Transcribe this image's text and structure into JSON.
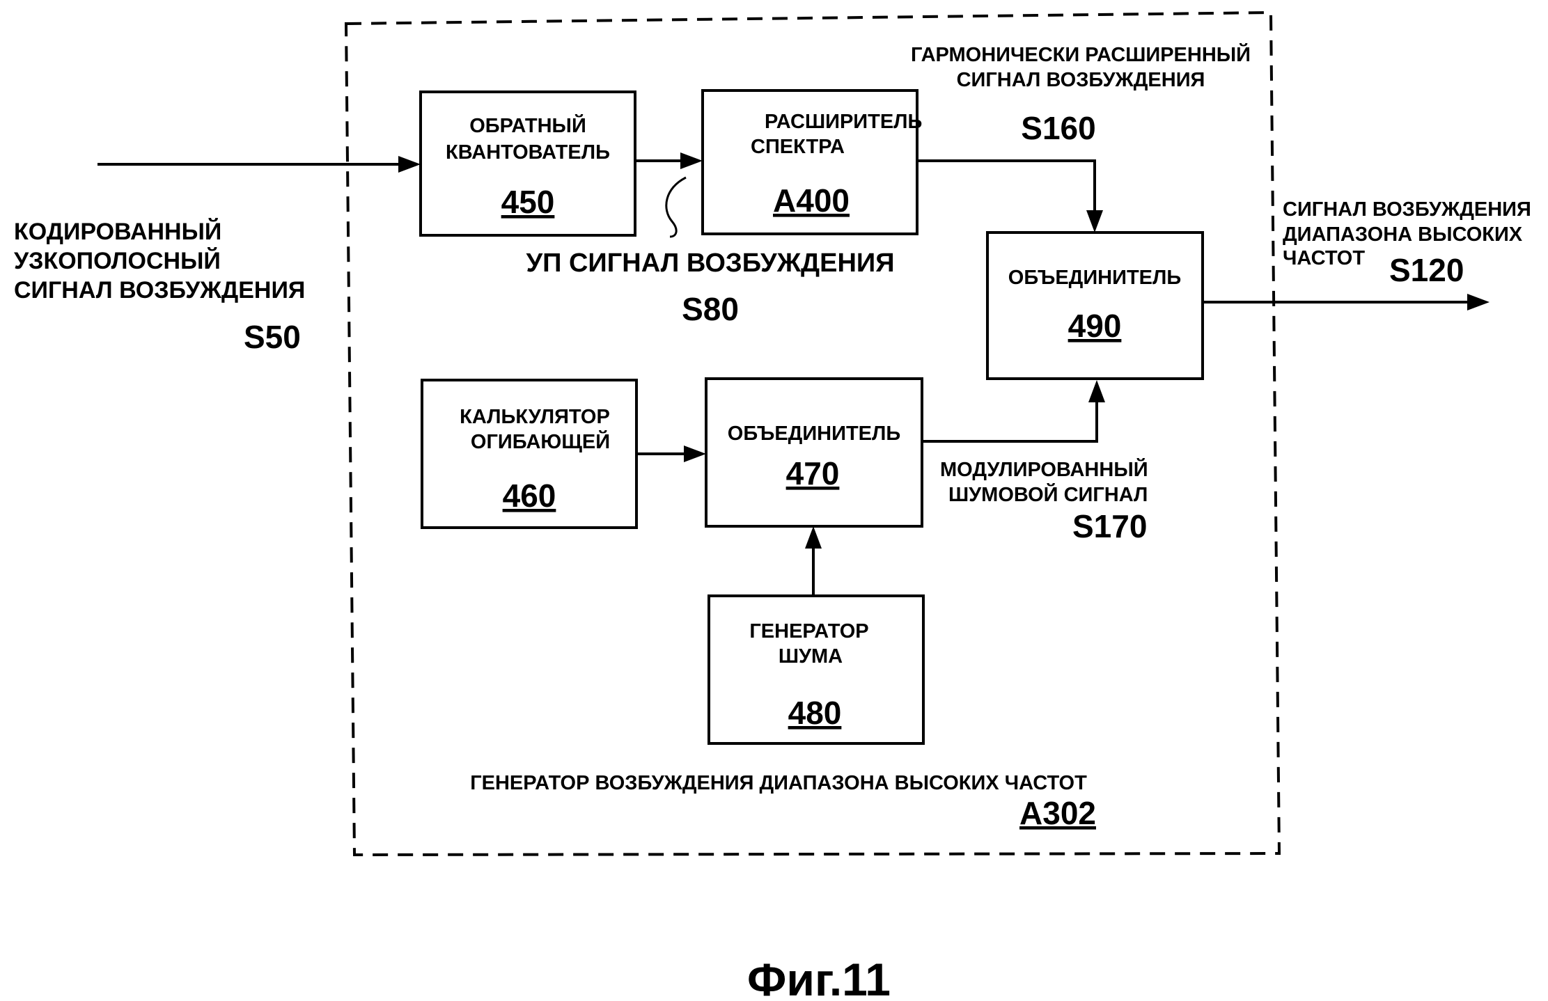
{
  "input": {
    "label_lines": [
      "КОДИРОВАННЫЙ",
      "УЗКОПОЛОСНЫЙ",
      "СИГНАЛ ВОЗБУЖДЕНИЯ"
    ],
    "ref": "S50"
  },
  "blocks": {
    "b450": {
      "lines": [
        "ОБРАТНЫЙ",
        "КВАНТОВАТЕЛЬ"
      ],
      "ref": "450"
    },
    "bA400": {
      "lines": [
        "РАСШИРИТЕЛЬ",
        "СПЕКТРА"
      ],
      "ref": "A400"
    },
    "b490": {
      "lines": [
        "ОБЪЕДИНИТЕЛЬ"
      ],
      "ref": "490"
    },
    "b460": {
      "lines": [
        "КАЛЬКУЛЯТОР",
        "ОГИБАЮЩЕЙ"
      ],
      "ref": "460"
    },
    "b470": {
      "lines": [
        "ОБЪЕДИНИТЕЛЬ"
      ],
      "ref": "470"
    },
    "b480": {
      "lines": [
        "ГЕНЕРАТОР",
        "ШУМА"
      ],
      "ref": "480"
    }
  },
  "signals": {
    "s80": {
      "label": "УП СИГНАЛ ВОЗБУЖДЕНИЯ",
      "ref": "S80"
    },
    "s160": {
      "lines": [
        "ГАРМОНИЧЕСКИ РАСШИРЕННЫЙ",
        "СИГНАЛ ВОЗБУЖДЕНИЯ"
      ],
      "ref": "S160"
    },
    "s170": {
      "lines": [
        "МОДУЛИРОВАННЫЙ",
        "ШУМОВОЙ СИГНАЛ"
      ],
      "ref": "S170"
    },
    "s120": {
      "lines": [
        "СИГНАЛ ВОЗБУЖДЕНИЯ",
        "ДИАПАЗОНА ВЫСОКИХ",
        "ЧАСТОТ"
      ],
      "ref": "S120"
    }
  },
  "container": {
    "label": "ГЕНЕРАТОР ВОЗБУЖДЕНИЯ ДИАПАЗОНА ВЫСОКИХ ЧАСТОТ",
    "ref": "A302"
  },
  "figure_caption": "Фиг.11"
}
